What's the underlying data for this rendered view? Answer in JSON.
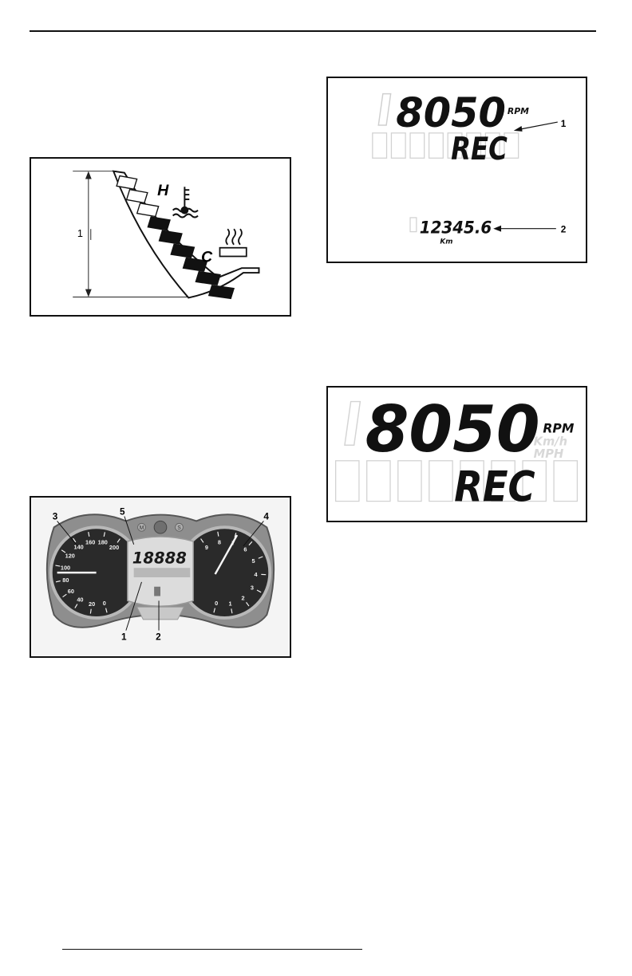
{
  "temp_gauge": {
    "hot_label": "H",
    "cold_label": "C",
    "callout_1": "1",
    "lit_segments": 6,
    "total_segments": 9
  },
  "cluster": {
    "callouts": [
      "1",
      "2",
      "3",
      "4",
      "5"
    ],
    "speed_ticks": [
      "0",
      "20",
      "40",
      "60",
      "80",
      "100",
      "120",
      "140",
      "160",
      "180",
      "200"
    ],
    "rpm_ticks": [
      "0",
      "1",
      "2",
      "3",
      "4",
      "5",
      "6",
      "7",
      "8",
      "9"
    ],
    "lcd_main": "18888",
    "mode_button": "M",
    "set_button": "S"
  },
  "lcd_detail_1": {
    "rpm_value": "8050",
    "rpm_unit": "RPM",
    "message": "REC",
    "odometer": "12345.6",
    "odometer_unit": "Km",
    "callout_1": "1",
    "callout_2": "2"
  },
  "lcd_detail_2": {
    "rpm_value": "8050",
    "rpm_unit": "RPM",
    "unit_kmh": "Km/h",
    "unit_mph": "MPH",
    "message": "REC"
  }
}
